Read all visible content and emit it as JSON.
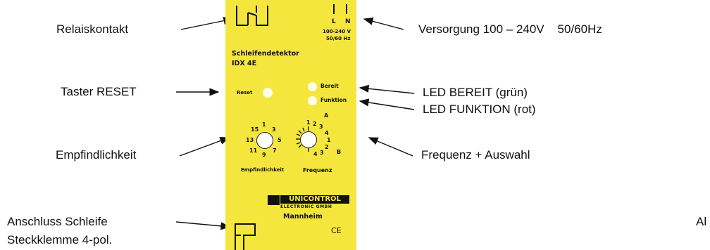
{
  "labels_left": {
    "relaiskontakt": "Relaiskontakt",
    "taster_reset": "Taster RESET",
    "empfindlichkeit": "Empfindlichkeit",
    "anschluss_schleife": "Anschluss Schleife",
    "steckklemme": "Steckklemme 4-pol."
  },
  "labels_right": {
    "versorgung": "Versorgung 100 – 240V    50/60Hz",
    "led_bereit": "LED BEREIT (grün)",
    "led_funktion": "LED FUNKTION (rot)",
    "frequenz_auswahl": "Frequenz + Auswahl",
    "cut_off": "Al"
  },
  "device": {
    "terminal_l": "L",
    "terminal_n": "N",
    "voltage": "100-240 V",
    "frequency": "50/60 Hz",
    "title": "Schleifendetektor",
    "model": "IDX 4E",
    "reset": "Reset",
    "bereit": "Bereit",
    "funktion": "Funktion",
    "dial_left_numbers": [
      "15",
      "1",
      "3",
      "13",
      "5",
      "11",
      "9",
      "7"
    ],
    "dial_right_numbers": [
      "1",
      "2",
      "3",
      "4",
      "1",
      "2",
      "3",
      "4"
    ],
    "dial_right_a": "A",
    "dial_right_b": "B",
    "label_empfindlichkeit": "Empfindlichkeit",
    "label_frequenz": "Frequenz",
    "logo_top": "UNICONTROL",
    "logo_sub": "ELECTRONIC GMBH",
    "logo_city": "Mannheim",
    "ce": "CE"
  },
  "colors": {
    "device_yellow": "#f5e63d",
    "led_fill": "#fffde8",
    "ink": "#111111"
  }
}
